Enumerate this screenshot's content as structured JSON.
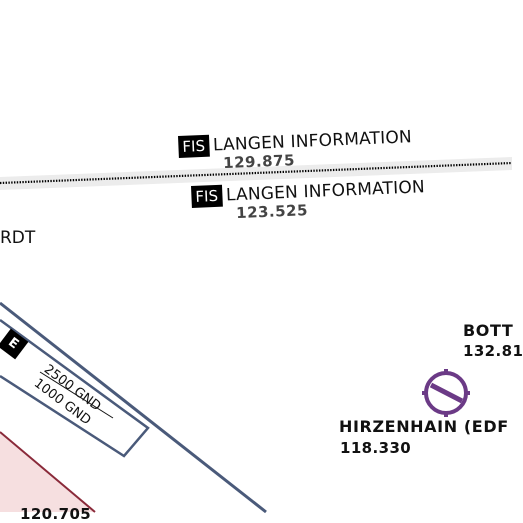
{
  "map": {
    "fis_labels": [
      {
        "tag": "FIS",
        "name": "LANGEN INFORMATION",
        "frequency": "129.875"
      },
      {
        "tag": "FIS",
        "name": "LANGEN INFORMATION",
        "frequency": "123.525"
      }
    ],
    "place_fragment": "RDT",
    "airspace": {
      "class": "E",
      "upper_limit": "2500 GND",
      "lower_limit": "1000 GND"
    },
    "airfields": [
      {
        "name": "HIRZENHAIN (EDF",
        "frequency": "118.330",
        "symbol": "airfield-symbol"
      },
      {
        "name": "BOTT",
        "frequency": "132.81"
      }
    ],
    "bottom_fragment": "120.705",
    "colors": {
      "boundary_blue": "#4a5a7a",
      "restricted_fill": "#f6dfe0",
      "restricted_border": "#8a2a3a",
      "airfield_symbol": "#6b3a86",
      "fis_line": "#000000",
      "fis_band": "#e8e8e8"
    }
  }
}
